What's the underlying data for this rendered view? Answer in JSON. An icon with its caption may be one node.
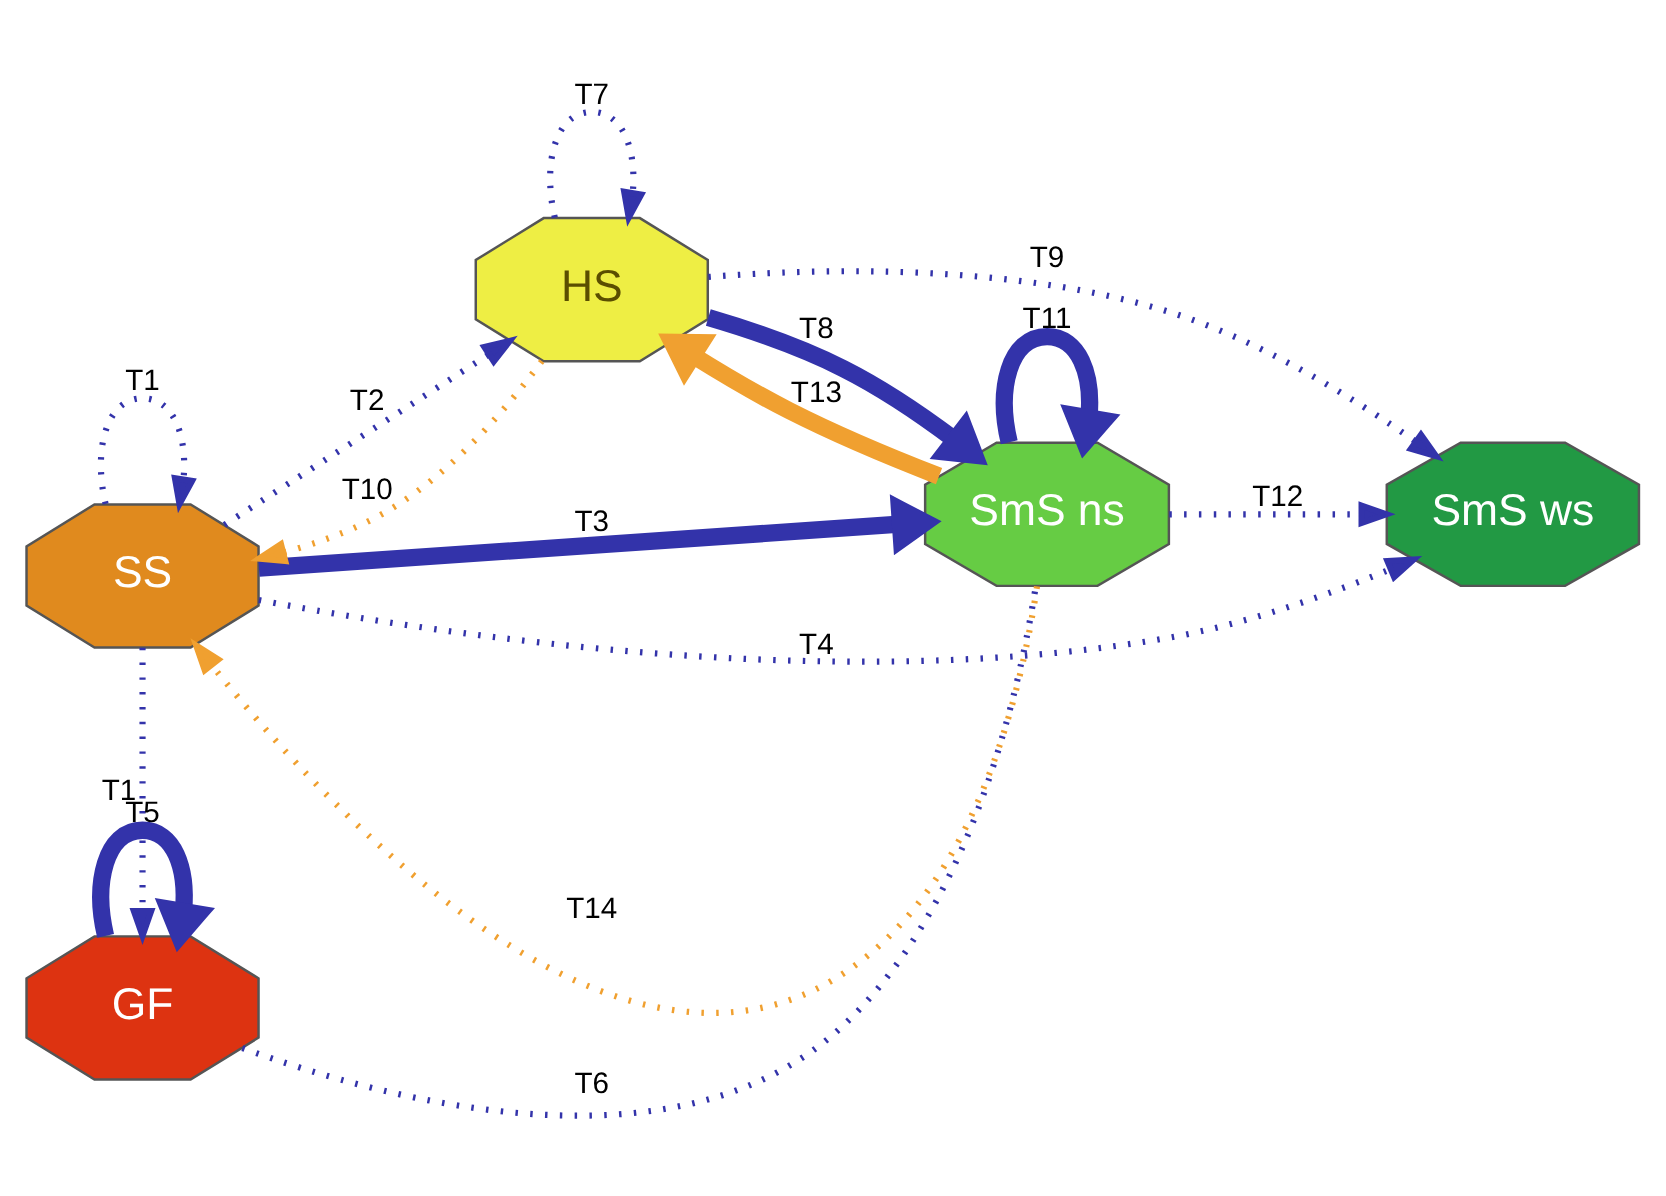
{
  "diagram": {
    "nodes": [
      {
        "text": [
          "SS"
        ]
      },
      {
        "text": [
          "HS"
        ]
      },
      {
        "text": [
          "SmS ns"
        ]
      },
      {
        "text": [
          "SmS ws"
        ]
      },
      {
        "text": [
          "GF"
        ]
      }
    ],
    "edges": [
      {
        "from": 0,
        "to": 0,
        "arrow": "to",
        "label": "T1",
        "style": "dashed"
      },
      {
        "from": 0,
        "to": 1,
        "arrow": "to",
        "label": "T2",
        "style": "dashed"
      },
      {
        "from": 0,
        "to": 2,
        "arrow": "to",
        "label": "T3",
        "style": "thick"
      },
      {
        "from": 0,
        "to": 3,
        "arrow": "to",
        "label": "T4",
        "style": "dashed"
      },
      {
        "from": 1,
        "to": 1,
        "arrow": "to",
        "label": "T7",
        "style": "dashed"
      },
      {
        "from": 1,
        "to": 0,
        "arrow": "to",
        "label": "T10",
        "style": "dashed",
        "color": "#f0a030"
      },
      {
        "from": 2,
        "to": 0,
        "arrow": "to",
        "label": "T14",
        "style": "dashed",
        "color": "#f0a030"
      },
      {
        "from": 0,
        "to": 4,
        "arrow": "to",
        "label": "T1",
        "style": "dashed"
      },
      {
        "from": 1,
        "to": 2,
        "arrow": "to",
        "label": "T8",
        "style": "thick"
      },
      {
        "from": 2,
        "to": 3,
        "arrow": "to",
        "label": "T12",
        "style": "dashed"
      },
      {
        "from": 2,
        "to": 1,
        "arrow": "to",
        "label": "T13",
        "style": "thick",
        "color": "#f0a030"
      },
      {
        "from": 2,
        "to": 2,
        "arrow": "to",
        "label": "T11",
        "style": "thick"
      },
      {
        "from": 4,
        "to": 2,
        "arrow": "none",
        "label": "T6",
        "style": "dashed"
      },
      {
        "from": 1,
        "to": 3,
        "arrow": "to",
        "label": "T9",
        "style": "dashed"
      },
      {
        "from": 4,
        "to": 4,
        "arrow": "to",
        "label": "T5",
        "style": "thick"
      }
    ]
  }
}
